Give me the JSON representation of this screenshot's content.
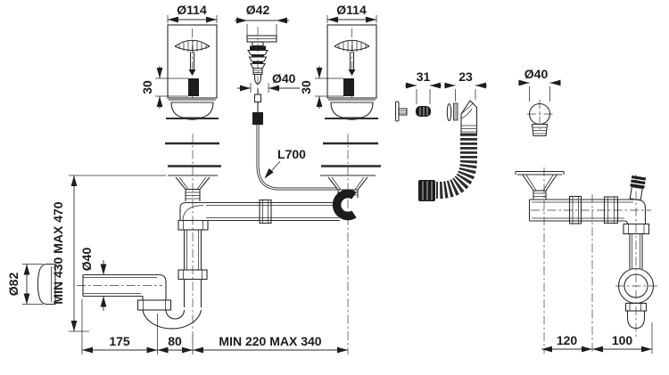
{
  "diagram": {
    "colors": {
      "ink": "#2b2b2b",
      "background": "#ffffff",
      "fill_dark": "#1d1d1d"
    },
    "labels": {
      "dia114_left": "Ø114",
      "dia42": "Ø42",
      "dia114_right": "Ø114",
      "dia40_plug": "Ø40",
      "h30_left": "30",
      "h30_right": "30",
      "w31": "31",
      "w23": "23",
      "dia40_outlet": "Ø40",
      "cable_length": "L700",
      "dia82": "Ø82",
      "height_range": "MIN 430 MAX 470",
      "dia40_pipe": "Ø40",
      "len175": "175",
      "len80": "80",
      "span_range": "MIN 220 MAX 340",
      "len120": "120",
      "len100": "100"
    }
  }
}
